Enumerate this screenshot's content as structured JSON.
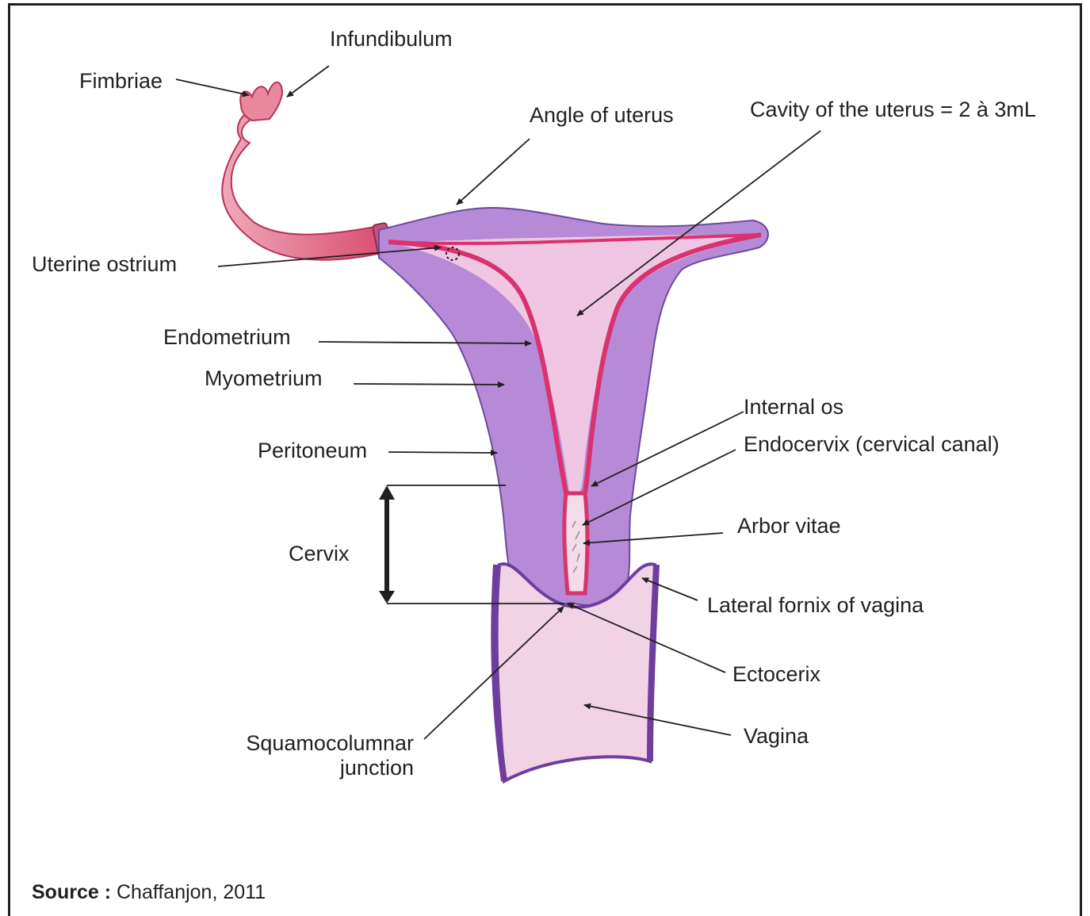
{
  "labels": {
    "infundibulum": "Infundibulum",
    "fimbriae": "Fimbriae",
    "angle_of_uterus": "Angle of uterus",
    "cavity": "Cavity of the uterus = 2 à 3mL",
    "uterine_ostrium": "Uterine ostrium",
    "endometrium": "Endometrium",
    "myometrium": "Myometrium",
    "internal_os": "Internal os",
    "endocervix": "Endocervix (cervical canal)",
    "peritoneum": "Peritoneum",
    "arbor_vitae": "Arbor vitae",
    "cervix": "Cervix",
    "lateral_fornix": "Lateral fornix of vagina",
    "ectocerix": "Ectocerix",
    "vagina": "Vagina",
    "squamocolumnar_1": "Squamocolumnar",
    "squamocolumnar_2": "junction"
  },
  "source": {
    "prefix": "Source :",
    "text": "Chaffanjon, 2011"
  },
  "colors": {
    "myometrium": "#b48ad6",
    "cavity": "#efc7e2",
    "endometrium": "#d9326e",
    "tube": "#e0708c",
    "vagina": "#f2d3e6",
    "vagina_wall": "#6f3d9e",
    "line": "#231f20"
  }
}
